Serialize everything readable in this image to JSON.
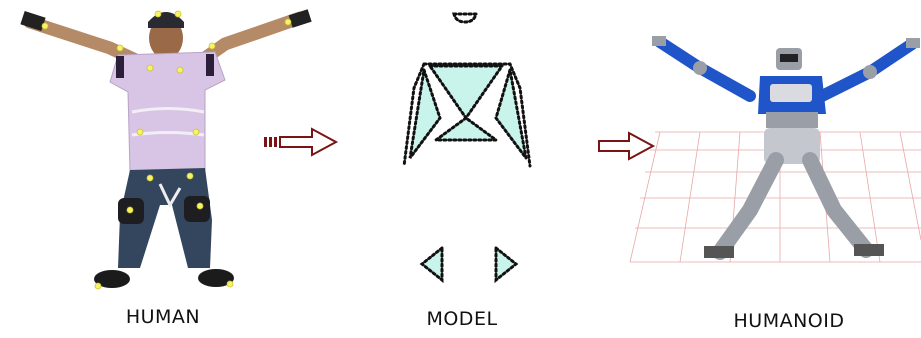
{
  "stages": [
    {
      "id": "human",
      "label": "HUMAN"
    },
    {
      "id": "model",
      "label": "MODEL"
    },
    {
      "id": "humanoid",
      "label": "HUMANOID"
    }
  ],
  "colors": {
    "arrow": "#7a1414",
    "model_fill": "#c9f4ec",
    "robot_blue": "#1f55c8",
    "robot_grey": "#9a9ea6",
    "grid": "#e28a8a",
    "marker": "#f6f36a"
  }
}
